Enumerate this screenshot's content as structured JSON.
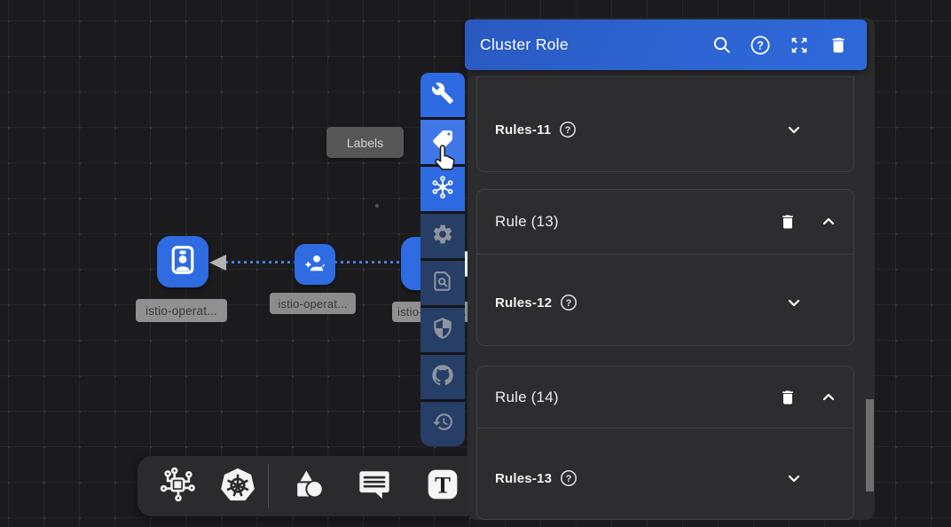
{
  "panel": {
    "title": "Cluster Role",
    "header_icons": [
      "search-icon",
      "help-icon",
      "expand-icon",
      "trash-icon"
    ],
    "cards": [
      {
        "type": "field",
        "label": "Rules-11"
      },
      {
        "type": "rule",
        "header": "Rule (13)",
        "field_label": "Rules-12"
      },
      {
        "type": "rule",
        "header": "Rule (14)",
        "field_label": "Rules-13"
      }
    ]
  },
  "canvas": {
    "tooltip": {
      "label": "Labels"
    },
    "nodes": [
      {
        "label": "istio-operat...",
        "icon": "id-badge-icon"
      },
      {
        "label": "istio-operat...",
        "icon": "user-add-icon"
      },
      {
        "label": "istio-operat...",
        "icon": "hidden-behind-toolbar"
      }
    ]
  },
  "side_toolbar": {
    "items": [
      {
        "name": "tools",
        "icon": "wrench-icon"
      },
      {
        "name": "labels",
        "icon": "tag-icon"
      },
      {
        "name": "mesh",
        "icon": "hub-icon"
      },
      {
        "name": "settings",
        "icon": "gear-icon"
      },
      {
        "name": "document-scan",
        "icon": "document-search-icon"
      },
      {
        "name": "security",
        "icon": "shield-icon"
      },
      {
        "name": "github",
        "icon": "github-icon"
      },
      {
        "name": "history",
        "icon": "history-icon"
      }
    ]
  },
  "bottom_toolbar": {
    "items": [
      "circuit-icon",
      "kubernetes-icon",
      "shapes-icon",
      "comment-icon",
      "text-icon"
    ],
    "text_glyph": "T"
  },
  "icons": {
    "help_glyph": "?"
  },
  "colors": {
    "header_blue": "#2d63d1",
    "toolbar_active_blue": "#2e6ae1",
    "toolbar_hover_blue": "#4077e6",
    "toolbar_inactive_navy": "#273e66",
    "node_blue": "#2f6be1",
    "edge_blue": "#4b7de4",
    "panel_bg": "#2c2c2e",
    "canvas_bg": "#1b1b1d",
    "label_bg": "#909090"
  }
}
